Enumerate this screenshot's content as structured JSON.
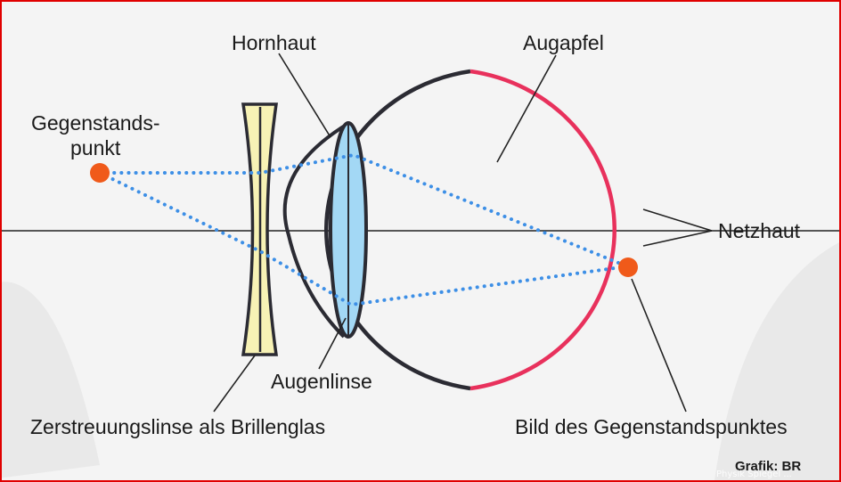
{
  "labels": {
    "object_point": [
      "Gegenstands-",
      "punkt"
    ],
    "cornea": "Hornhaut",
    "eyeball": "Augapfel",
    "retina": "Netzhaut",
    "eye_lens": "Augenlinse",
    "diverging_lens": "Zerstreuungslinse als Brillenglas",
    "image_point": "Bild des Gegenstandspunktes"
  },
  "credit": "Grafik: BR",
  "watermark": "Physik Spiegel ...",
  "colors": {
    "background": "#f4f4f4",
    "frame": "#e00000",
    "eyeball_outline": "#2b2b33",
    "retina": "#e8315c",
    "eye_lens_fill": "#a3d8f5",
    "diverging_lens_fill": "#f7f2b5",
    "ray": "#3d8fe6",
    "point": "#f05a1a",
    "axis": "#222222"
  }
}
